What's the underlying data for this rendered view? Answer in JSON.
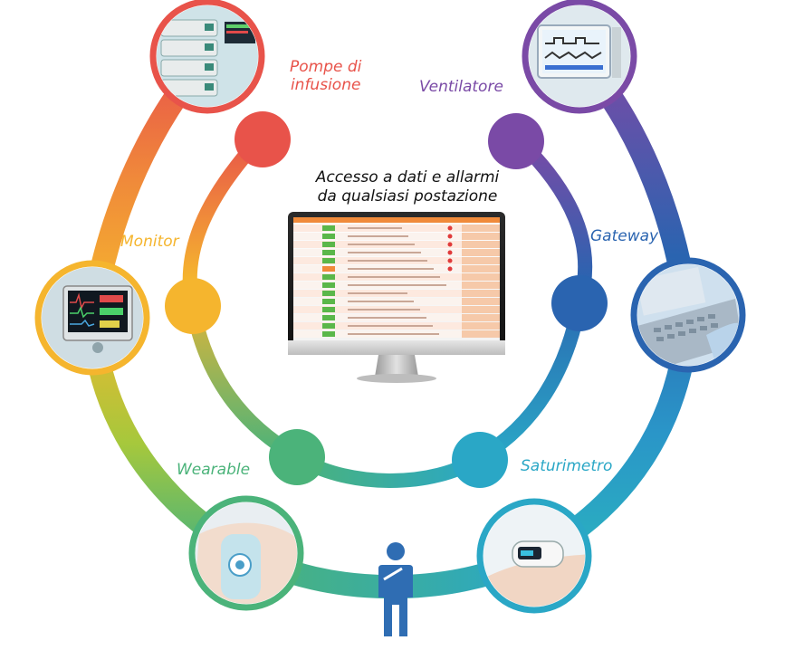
{
  "headline": {
    "line1": "Accesso a dati e allarmi",
    "line2": "da qualsiasi postazione"
  },
  "devices": [
    {
      "id": "pompe",
      "label_line1": "Pompe di",
      "label_line2": "infusione",
      "color": "#e8534a",
      "icon": "infusion-pumps-photo"
    },
    {
      "id": "ventilatore",
      "label_line1": "Ventilatore",
      "label_line2": "",
      "color": "#7a4aa6",
      "icon": "ventilator-photo"
    },
    {
      "id": "monitor",
      "label_line1": "Monitor",
      "label_line2": "",
      "color": "#f5b52e",
      "icon": "patient-monitor-photo"
    },
    {
      "id": "gateway",
      "label_line1": "Gateway",
      "label_line2": "",
      "color": "#2a64b0",
      "icon": "gateway-laptop-photo"
    },
    {
      "id": "wearable",
      "label_line1": "Wearable",
      "label_line2": "",
      "color": "#4bb37a",
      "icon": "wearable-sensor-photo"
    },
    {
      "id": "saturimetro",
      "label_line1": "Saturimetro",
      "label_line2": "",
      "color": "#2aa7c6",
      "icon": "pulse-oximeter-photo"
    }
  ],
  "colors": {
    "red": "#e8534a",
    "orange": "#f08a3a",
    "yellow": "#f5b52e",
    "green": "#4bb37a",
    "teal": "#2aa7c6",
    "blue": "#2a64b0",
    "purple": "#7a4aa6",
    "person": "#2f6db3"
  },
  "central_icon": "desktop-monitor-alarm-dashboard",
  "bottom_icon": "person-icon"
}
